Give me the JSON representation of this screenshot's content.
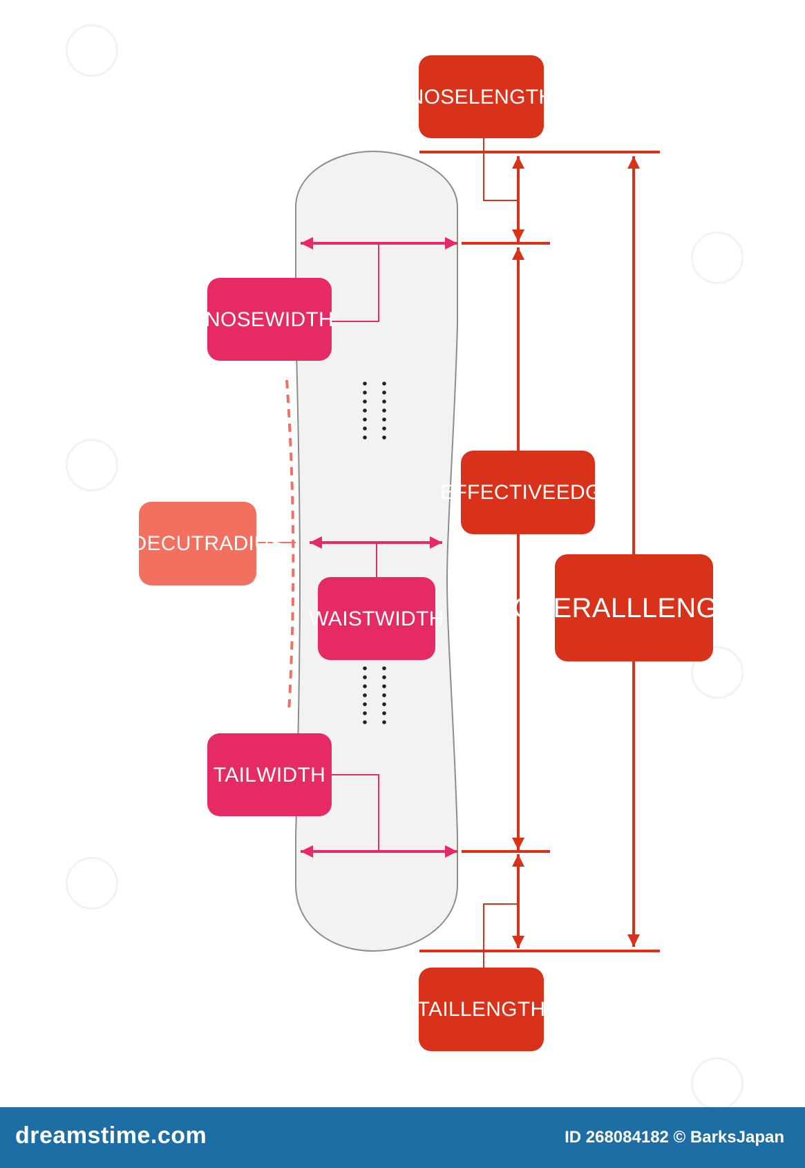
{
  "labels": {
    "nose_length": [
      "NOSE",
      "LENGTH"
    ],
    "nose_width": [
      "NOSE",
      "WIDTH"
    ],
    "effective_edge": [
      "EFFECTIVE",
      "EDGE"
    ],
    "sidecut_radius": [
      "SIDECUT",
      "RADIUS"
    ],
    "waist_width": [
      "WAIST",
      "WIDTH"
    ],
    "overall_length": [
      "OVERALL",
      "LENGTH"
    ],
    "tail_width": [
      "TAIL",
      "WIDTH"
    ],
    "tail_length": [
      "TAIL",
      "LENGTH"
    ]
  },
  "footer": {
    "brand": "dreamstime.com",
    "credit": "ID 268084182 © BarksJapan"
  },
  "colors": {
    "red": "#d9321b",
    "pink": "#e62a63",
    "salmon": "#f2705f",
    "board_fill": "#f2f2f2",
    "board_outline": "#8c8c8c",
    "footer_bg": "#1c6ea4"
  },
  "icons": [
    "snowboard-outline",
    "arrow-icon",
    "watermark-spiral-icon"
  ]
}
